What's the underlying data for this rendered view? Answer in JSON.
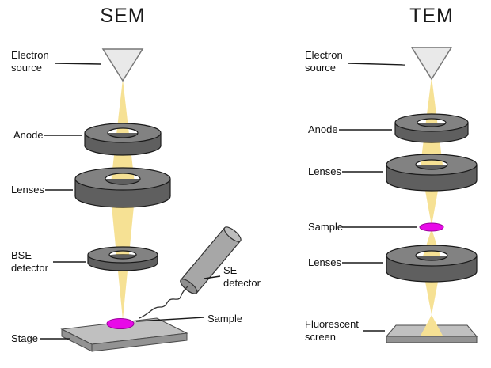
{
  "titles": {
    "sem": "SEM",
    "tem": "TEM"
  },
  "sem": {
    "labels": {
      "electron_source": "Electron\nsource",
      "anode": "Anode",
      "lenses": "Lenses",
      "bse_detector": "BSE\ndetector",
      "se_detector": "SE\ndetector",
      "stage": "Stage",
      "sample": "Sample"
    }
  },
  "tem": {
    "labels": {
      "electron_source": "Electron\nsource",
      "anode": "Anode",
      "lenses_upper": "Lenses",
      "sample": "Sample",
      "lenses_lower": "Lenses",
      "fluorescent_screen": "Fluorescent\nscreen"
    }
  },
  "colors": {
    "beam": "#F6E194",
    "ring_top": "#828282",
    "ring_side": "#5F5F5F",
    "sample": "#E80AE8",
    "source_triangle": "#E9E9E9",
    "stage_top": "#C0C0C0",
    "stage_side": "#939393",
    "detector_body": "#A7A7A7",
    "detector_cap": "#8F8F8F"
  }
}
